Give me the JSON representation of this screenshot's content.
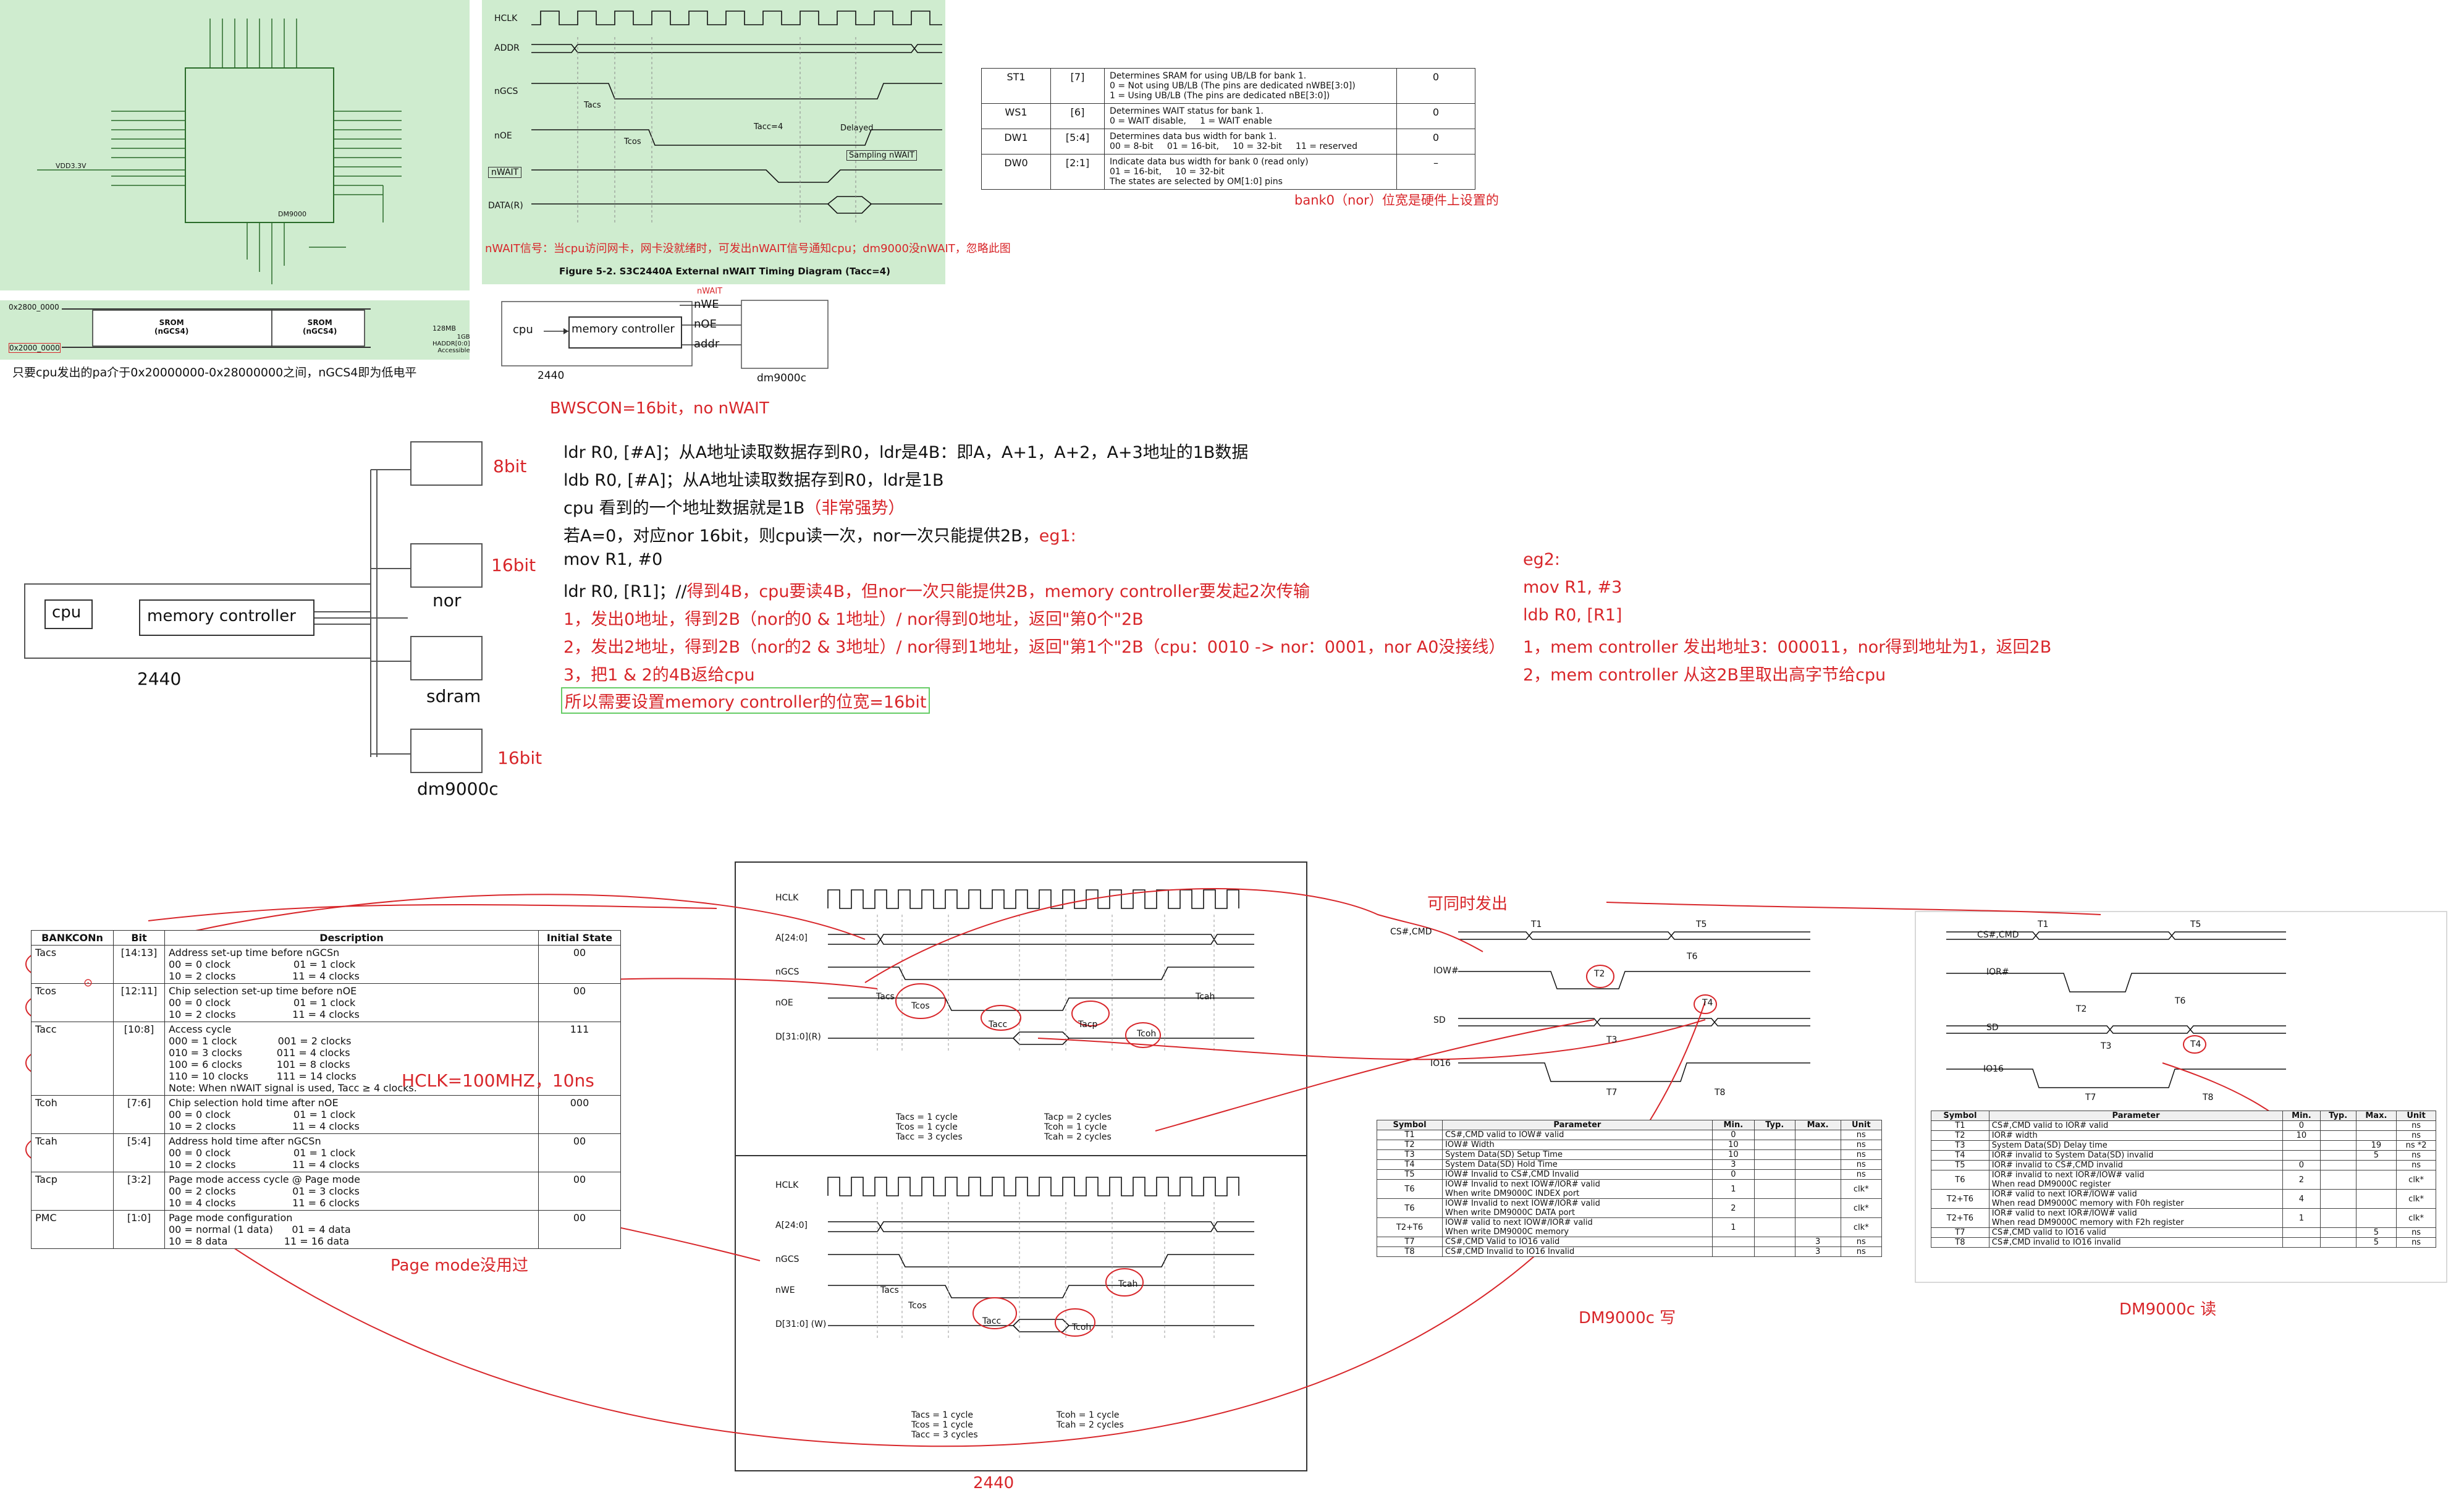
{
  "top_left_panel": {
    "chip_label": "DM9000",
    "vdd_label": "VDD3.3V",
    "memmap_addr_top": "0x2800_0000",
    "memmap_addr_bottom": "0x2000_0000",
    "srom1": "SROM\n(nGCS4)",
    "srom2": "SROM\n(nGCS4)",
    "size_label": "128MB",
    "right_label": "1GB\nHADDR[0:0]\nAccessible",
    "caption": "只要cpu发出的pa介于0x20000000-0x28000000之间，nGCS4即为低电平"
  },
  "timing_top": {
    "signals": [
      "HCLK",
      "ADDR",
      "nGCS",
      "nOE",
      "nWAIT",
      "DATA(R)"
    ],
    "labels": {
      "tacs": "Tacs",
      "tcos": "Tcos",
      "tacc": "Tacc=4",
      "delayed": "Delayed",
      "sampling": "Sampling nWAIT"
    },
    "note": "nWAIT信号：当cpu访问网卡，网卡没就绪时，可发出nWAIT信号通知cpu；dm9000没nWAIT，忽略此图",
    "caption": "Figure 5-2. S3C2440A External nWAIT Timing Diagram (Tacc=4)"
  },
  "bwscon_table": {
    "rows": [
      {
        "name": "ST1",
        "bit": "[7]",
        "desc": "Determines SRAM for using UB/LB for bank 1.\n0 = Not using UB/LB (The pins are dedicated nWBE[3:0])\n1 = Using UB/LB (The pins are dedicated nBE[3:0])",
        "init": "0"
      },
      {
        "name": "WS1",
        "bit": "[6]",
        "desc": "Determines WAIT status for bank 1.\n0 = WAIT disable,     1 = WAIT enable",
        "init": "0"
      },
      {
        "name": "DW1",
        "bit": "[5:4]",
        "desc": "Determines data bus width for bank 1.\n00 = 8-bit     01 = 16-bit,     10 = 32-bit     11 = reserved",
        "init": "0"
      },
      {
        "name": "DW0",
        "bit": "[2:1]",
        "desc": "Indicate data bus width for bank 0 (read only)\n01 = 16-bit,     10 = 32-bit\nThe states are selected by OM[1:0] pins",
        "init": "–"
      }
    ],
    "annotation": "bank0（nor）位宽是硬件上设置的"
  },
  "cpu_mc_diagram": {
    "cpu": "cpu",
    "mc": "memory controller",
    "pins": [
      "nWE",
      "nOE",
      "addr"
    ],
    "nwait": "nWAIT",
    "chip_label": "2440",
    "dev_label": "dm9000c"
  },
  "bwscon_note": "BWSCON=16bit，no nWAIT",
  "system_diagram": {
    "cpu": "cpu",
    "mc": "memory controller",
    "chip": "2440",
    "devices": [
      "",
      "nor",
      "sdram",
      "dm9000c"
    ],
    "widths": [
      "8bit",
      "16bit",
      "16bit"
    ]
  },
  "main_notes": {
    "l1": "ldr R0, [#A]；从A地址读取数据存到R0，ldr是4B：即A，A+1，A+2，A+3地址的1B数据",
    "l2": "ldb R0, [#A]；从A地址读取数据存到R0，ldr是1B",
    "l3a": "cpu 看到的一个地址数据就是1B",
    "l3b": "（非常强势）",
    "l4a": "若A=0，对应nor 16bit，则cpu读一次，nor一次只能提供2B，",
    "l4b": "eg1:",
    "l5": "mov R1, #0",
    "l6a": "ldr R0, [R1]；//",
    "l6b": "得到4B，cpu要读4B，但nor一次只能提供2B，memory controller要发起2次传输",
    "l7": "1，发出0地址，得到2B（nor的0 & 1地址）/ nor得到0地址，返回\"第0个\"2B",
    "l8": "2，发出2地址，得到2B（nor的2 & 3地址）/ nor得到1地址，返回\"第1个\"2B（cpu：0010 -> nor：0001，nor A0没接线）",
    "l9": "3，把1 & 2的4B返给cpu",
    "l10": "所以需要设置memory controller的位宽=16bit"
  },
  "eg2_notes": {
    "title": "eg2:",
    "l1": "mov R1, #3",
    "l2": "ldb R0, [R1]",
    "l3": "1，mem controller 发出地址3：000011，nor得到地址为1，返回2B",
    "l4": "2，mem controller 从这2B里取出高字节给cpu"
  },
  "bankcon_table": {
    "headers": [
      "BANKCONn",
      "Bit",
      "Description",
      "Initial State"
    ],
    "rows": [
      {
        "name": "Tacs",
        "bit": "[14:13]",
        "desc": "Address set-up time before nGCSn\n00 = 0 clock                    01 = 1 clock\n10 = 2 clocks                  11 = 4 clocks",
        "init": "00"
      },
      {
        "name": "Tcos",
        "bit": "[12:11]",
        "desc": "Chip selection set-up time before nOE\n00 = 0 clock                    01 = 1 clock\n10 = 2 clocks                  11 = 4 clocks",
        "init": "00"
      },
      {
        "name": "Tacc",
        "bit": "[10:8]",
        "desc": "Access cycle\n000 = 1 clock             001 = 2 clocks\n010 = 3 clocks           011 = 4 clocks\n100 = 6 clocks           101 = 8 clocks\n110 = 10 clocks         111 = 14 clocks\nNote: When nWAIT signal is used, Tacc ≥ 4 clocks.",
        "init": "111"
      },
      {
        "name": "Tcoh",
        "bit": "[7:6]",
        "desc": "Chip selection hold time after nOE\n00 = 0 clock                    01 = 1 clock\n10 = 2 clocks                  11 = 4 clocks",
        "init": "000"
      },
      {
        "name": "Tcah",
        "bit": "[5:4]",
        "desc": "Address hold time after nGCSn\n00 = 0 clock                    01 = 1 clock\n10 = 2 clocks                  11 = 4 clocks",
        "init": "00"
      },
      {
        "name": "Tacp",
        "bit": "[3:2]",
        "desc": "Page mode access cycle @ Page mode\n00 = 2 clocks                  01 = 3 clocks\n10 = 4 clocks                  11 = 6 clocks",
        "init": "00"
      },
      {
        "name": "PMC",
        "bit": "[1:0]",
        "desc": "Page mode configuration\n00 = normal (1 data)      01 = 4 data\n10 = 8 data                  11 = 16 data",
        "init": "00"
      }
    ],
    "hclk_note": "HCLK=100MHZ，10ns",
    "page_note": "Page mode没用过"
  },
  "timing_read": {
    "signals": [
      "HCLK",
      "A[24:0]",
      "nGCS",
      "nOE",
      "D[31:0](R)"
    ],
    "labels": [
      "Tacs",
      "Tcos",
      "Tacc",
      "Tacp",
      "Tcoh",
      "Tcah"
    ],
    "legend_left": "Tacs = 1 cycle\nTcos = 1 cycle\nTacc = 3 cycles",
    "legend_right": "Tacp = 2 cycles\nTcoh = 1 cycle\nTcah = 2 cycles"
  },
  "timing_write": {
    "signals": [
      "HCLK",
      "A[24:0]",
      "nGCS",
      "nWE",
      "D[31:0] (W)"
    ],
    "labels": [
      "Tacs",
      "Tcos",
      "Tacc",
      "Tcoh",
      "Tcah"
    ],
    "legend_left": "Tacs = 1 cycle\nTcos = 1 cycle\nTacc = 3 cycles",
    "legend_right": "Tcoh = 1 cycle\nTcah = 2 cycles"
  },
  "timing_2440_label": "2440",
  "dm_write": {
    "note": "可同时发出",
    "signals": [
      "CS#,CMD",
      "IOW#",
      "SD",
      "IO16"
    ],
    "tlabels": [
      "T1",
      "T5",
      "T6",
      "T2",
      "T4",
      "T3",
      "T7",
      "T8"
    ],
    "headers": [
      "Symbol",
      "Parameter",
      "Min.",
      "Typ.",
      "Max.",
      "Unit"
    ],
    "rows": [
      [
        "T1",
        "CS#,CMD valid to IOW# valid",
        "0",
        "",
        "",
        "ns"
      ],
      [
        "T2",
        "IOW# Width",
        "10",
        "",
        "",
        "ns"
      ],
      [
        "T3",
        "System Data(SD) Setup Time",
        "10",
        "",
        "",
        "ns"
      ],
      [
        "T4",
        "System Data(SD) Hold Time",
        "3",
        "",
        "",
        "ns"
      ],
      [
        "T5",
        "IOW# Invalid to CS#,CMD Invalid",
        "0",
        "",
        "",
        "ns"
      ],
      [
        "T6",
        "IOW# Invalid to next IOW#/IOR# valid\nWhen write DM9000C INDEX port",
        "1",
        "",
        "",
        "clk*"
      ],
      [
        "T6",
        "IOW# Invalid to next IOW#/IOR# valid\nWhen write DM9000C DATA port",
        "2",
        "",
        "",
        "clk*"
      ],
      [
        "T2+T6",
        "IOW# valid to next IOW#/IOR# valid\nWhen write DM9000C memory",
        "1",
        "",
        "",
        "clk*"
      ],
      [
        "T7",
        "CS#,CMD Valid to IO16 valid",
        "",
        "",
        "3",
        "ns"
      ],
      [
        "T8",
        "CS#,CMD Invalid to IO16 Invalid",
        "",
        "",
        "3",
        "ns"
      ]
    ],
    "caption": "DM9000c 写"
  },
  "dm_read": {
    "signals": [
      "CS#,CMD",
      "IOR#",
      "SD",
      "IO16"
    ],
    "tlabels": [
      "T1",
      "T5",
      "T6",
      "T2",
      "T4",
      "T3",
      "T7",
      "T8"
    ],
    "headers": [
      "Symbol",
      "Parameter",
      "Min.",
      "Typ.",
      "Max.",
      "Unit"
    ],
    "rows": [
      [
        "T1",
        "CS#,CMD valid to IOR# valid",
        "0",
        "",
        "",
        "ns"
      ],
      [
        "T2",
        "IOR# width",
        "10",
        "",
        "",
        "ns"
      ],
      [
        "T3",
        "System Data(SD) Delay time",
        "",
        "",
        "19",
        "ns *2"
      ],
      [
        "T4",
        "IOR# invalid to System Data(SD) invalid",
        "",
        "",
        "5",
        "ns"
      ],
      [
        "T5",
        "IOR# invalid to CS#,CMD invalid",
        "0",
        "",
        "",
        "ns"
      ],
      [
        "T6",
        "IOR# invalid to next IOR#/IOW# valid\nWhen read DM9000C register",
        "2",
        "",
        "",
        "clk*"
      ],
      [
        "T2+T6",
        "IOR# valid to next IOR#/IOW# valid\nWhen read DM9000C memory with F0h register",
        "4",
        "",
        "",
        "clk*"
      ],
      [
        "T2+T6",
        "IOR# valid to next IOR#/IOW# valid\nWhen read DM9000C memory with F2h register",
        "1",
        "",
        "",
        "clk*"
      ],
      [
        "T7",
        "CS#,CMD valid to IO16 valid",
        "",
        "",
        "5",
        "ns"
      ],
      [
        "T8",
        "CS#,CMD invalid to IO16 invalid",
        "",
        "",
        "5",
        "ns"
      ]
    ],
    "caption": "DM9000c 读"
  }
}
